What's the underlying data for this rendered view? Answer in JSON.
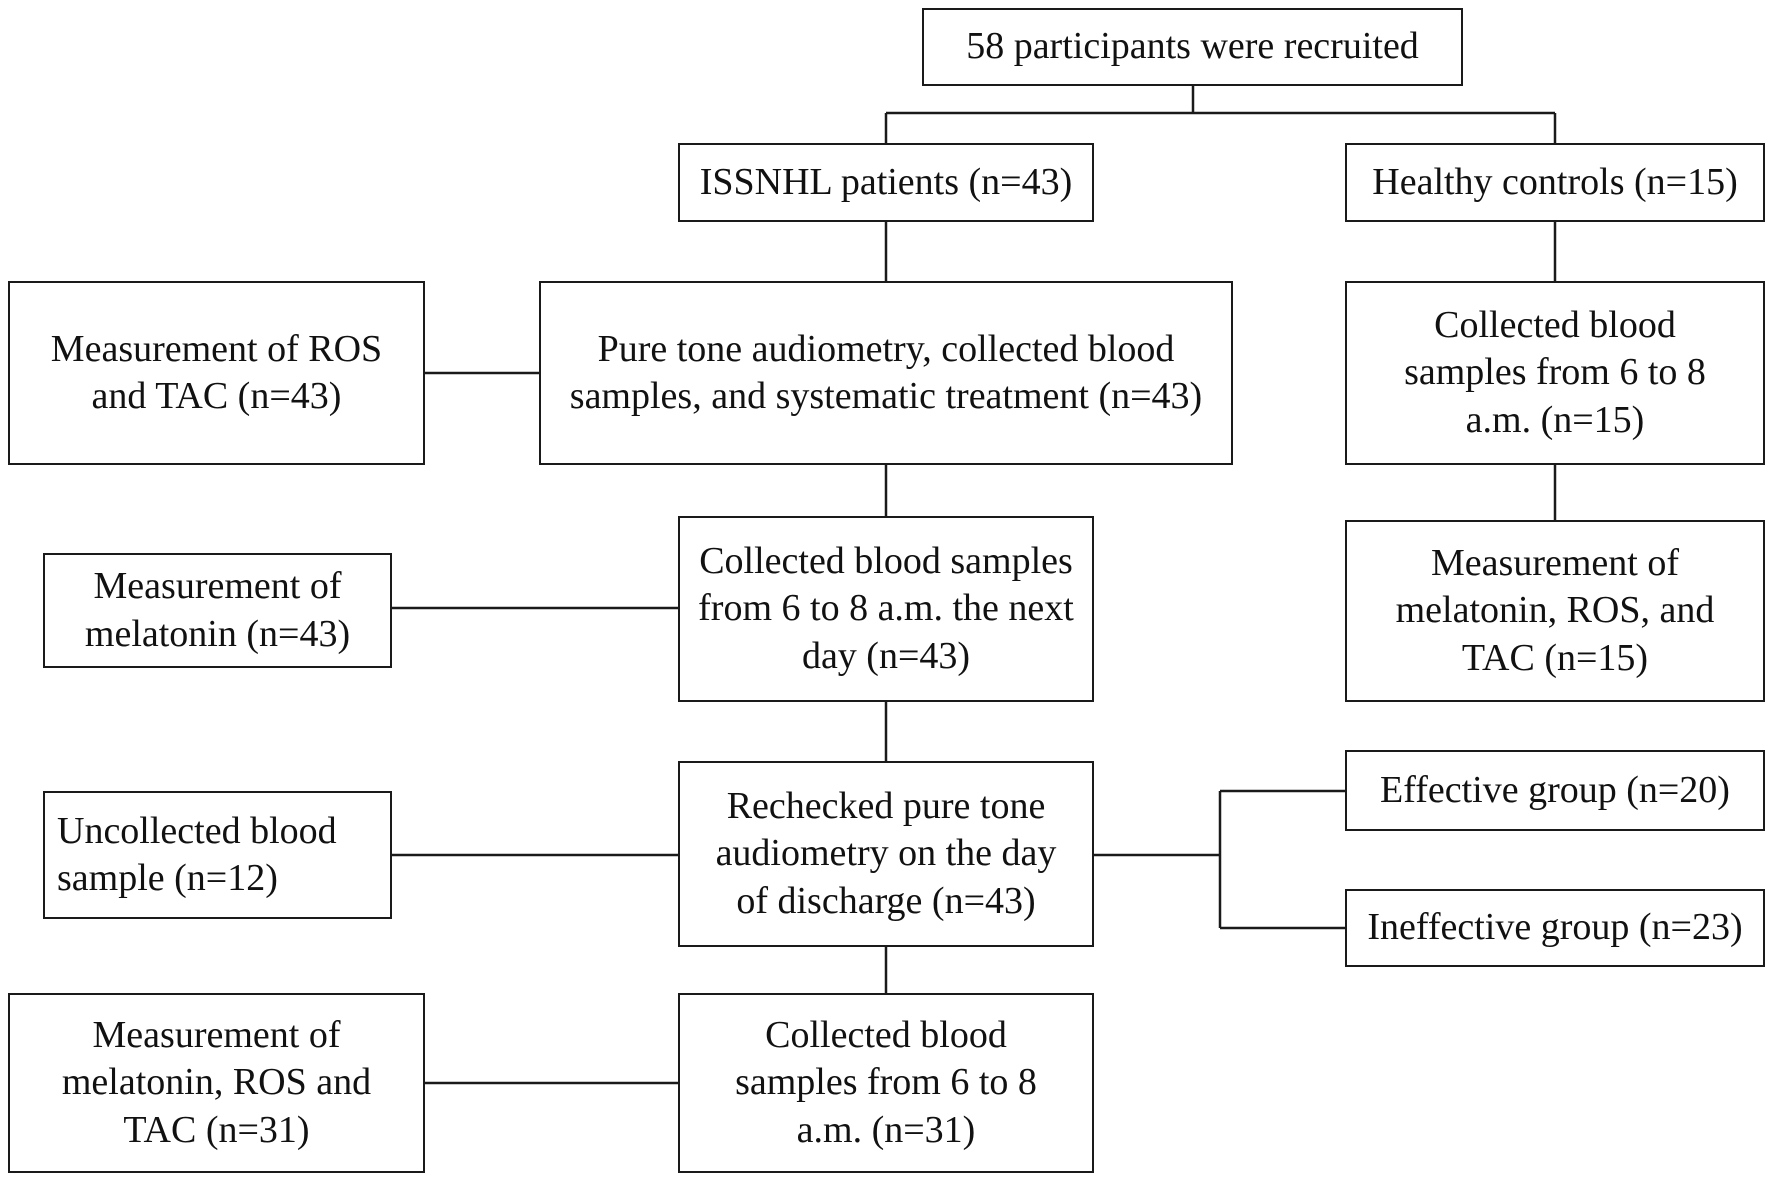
{
  "diagram": {
    "nodes": {
      "recruited": "58 participants were recruited",
      "issnhl": "ISSNHL patients (n=43)",
      "healthy": "Healthy controls (n=15)",
      "pta_treatment": "Pure tone audiometry,  collected blood samples, and systematic treatment (n=43)",
      "ros_tac_43": "Measurement of ROS and TAC (n=43)",
      "healthy_collected": "Collected blood samples from 6 to 8 a.m.  (n=15)",
      "healthy_measure": "Measurement of melatonin, ROS, and TAC (n=15)",
      "collected_next_day": "Collected blood samples from 6 to 8 a.m. the next day (n=43)",
      "melatonin_43": "Measurement of melatonin (n=43)",
      "rechecked_pta": "Rechecked pure tone audiometry on the day of discharge (n=43)",
      "uncollected": "Uncollected blood sample (n=12)",
      "effective": "Effective group (n=20)",
      "ineffective": "Ineffective group (n=23)",
      "collected_final": "Collected blood samples from 6 to 8 a.m.  (n=31)",
      "final_measure": "Measurement of melatonin, ROS and TAC (n=31)"
    }
  }
}
